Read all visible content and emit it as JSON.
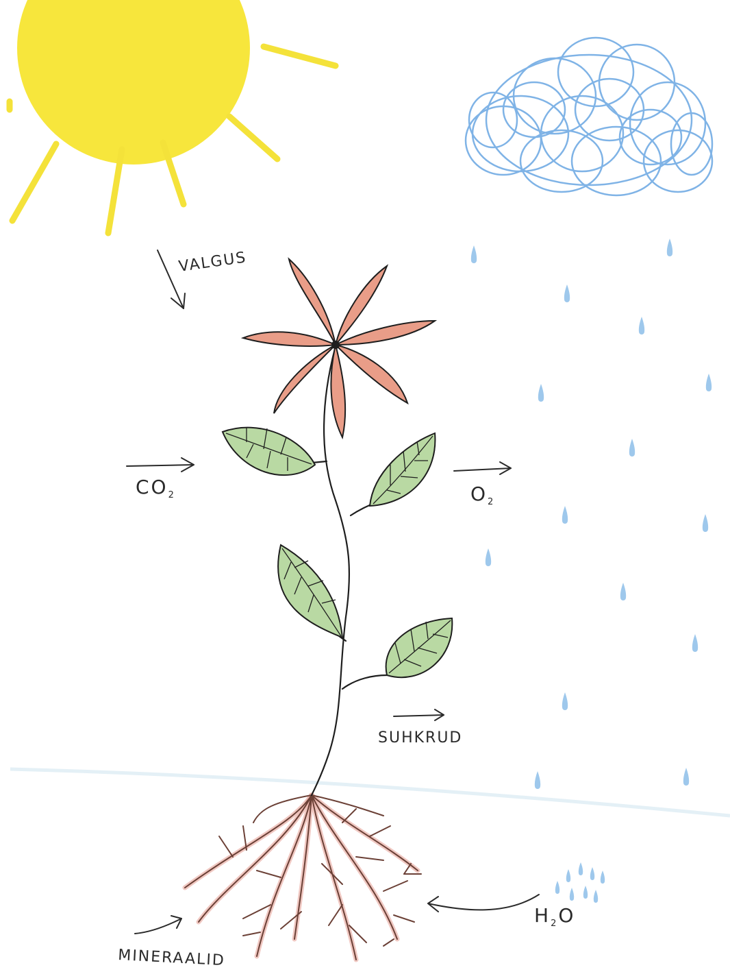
{
  "labels": {
    "light": "VALGUS",
    "co2_main": "CO",
    "co2_sub": "2",
    "o2_main": "O",
    "o2_sub": "2",
    "sugars": "SUHKRUD",
    "h2o_h": "H",
    "h2o_sub": "2",
    "h2o_o": "O",
    "minerals": "MINERAALID"
  },
  "colors": {
    "sun": "#f7e63c",
    "sun_rays": "#f4e23a",
    "cloud": "#7fb3e6",
    "rain": "#9ec8ec",
    "petals": "#e99d88",
    "leaves": "#b9d9a3",
    "roots": "#6b4036",
    "ground_line": "#e4f0f6"
  },
  "icons": {
    "sun": "sun-icon",
    "cloud": "cloud-icon",
    "flower": "flower-icon",
    "leaf": "leaf-icon",
    "raindrop": "raindrop-icon",
    "roots": "roots-icon"
  }
}
